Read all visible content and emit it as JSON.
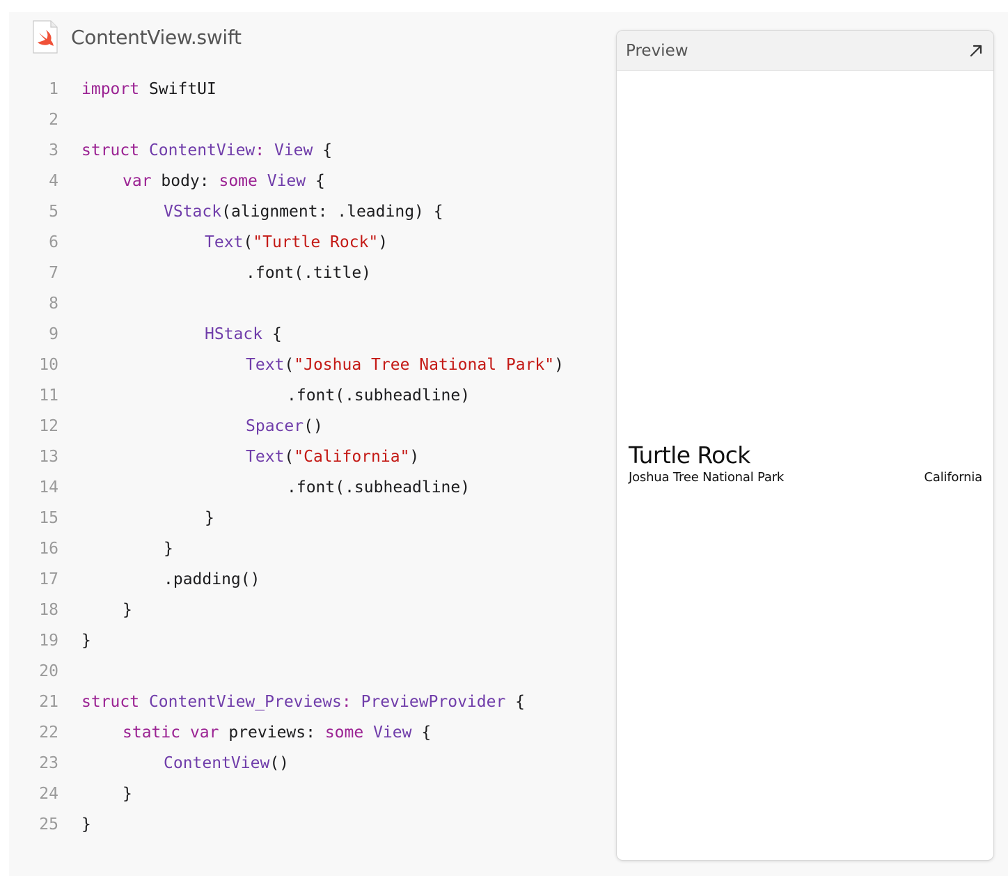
{
  "file": {
    "name": "ContentView.swift",
    "icon": "swift-file-icon"
  },
  "code": {
    "lines": [
      {
        "num": "1",
        "indent": 0,
        "tokens": [
          {
            "t": "import",
            "c": "kw"
          },
          {
            "t": " SwiftUI",
            "c": "pl"
          }
        ]
      },
      {
        "num": "2",
        "indent": 0,
        "tokens": []
      },
      {
        "num": "3",
        "indent": 0,
        "tokens": [
          {
            "t": "struct",
            "c": "kw"
          },
          {
            "t": " ",
            "c": "pl"
          },
          {
            "t": "ContentView",
            "c": "ty"
          },
          {
            "t": ": ",
            "c": "kw"
          },
          {
            "t": "View",
            "c": "ty"
          },
          {
            "t": " {",
            "c": "pl"
          }
        ]
      },
      {
        "num": "4",
        "indent": 4,
        "tokens": [
          {
            "t": "var",
            "c": "kw"
          },
          {
            "t": " body: ",
            "c": "pl"
          },
          {
            "t": "some",
            "c": "kw"
          },
          {
            "t": " ",
            "c": "pl"
          },
          {
            "t": "View",
            "c": "ty"
          },
          {
            "t": " {",
            "c": "pl"
          }
        ]
      },
      {
        "num": "5",
        "indent": 8,
        "tokens": [
          {
            "t": "VStack",
            "c": "ty"
          },
          {
            "t": "(alignment: .leading) {",
            "c": "pl"
          }
        ]
      },
      {
        "num": "6",
        "indent": 12,
        "tokens": [
          {
            "t": "Text",
            "c": "ty"
          },
          {
            "t": "(",
            "c": "pl"
          },
          {
            "t": "\"Turtle Rock\"",
            "c": "str"
          },
          {
            "t": ")",
            "c": "pl"
          }
        ]
      },
      {
        "num": "7",
        "indent": 16,
        "tokens": [
          {
            "t": ".font(.title)",
            "c": "pl"
          }
        ]
      },
      {
        "num": "8",
        "indent": 0,
        "tokens": []
      },
      {
        "num": "9",
        "indent": 12,
        "tokens": [
          {
            "t": "HStack",
            "c": "ty"
          },
          {
            "t": " {",
            "c": "pl"
          }
        ]
      },
      {
        "num": "10",
        "indent": 16,
        "tokens": [
          {
            "t": "Text",
            "c": "ty"
          },
          {
            "t": "(",
            "c": "pl"
          },
          {
            "t": "\"Joshua Tree National Park\"",
            "c": "str"
          },
          {
            "t": ")",
            "c": "pl"
          }
        ]
      },
      {
        "num": "11",
        "indent": 20,
        "tokens": [
          {
            "t": ".font(.subheadline)",
            "c": "pl"
          }
        ]
      },
      {
        "num": "12",
        "indent": 16,
        "tokens": [
          {
            "t": "Spacer",
            "c": "ty"
          },
          {
            "t": "()",
            "c": "pl"
          }
        ]
      },
      {
        "num": "13",
        "indent": 16,
        "tokens": [
          {
            "t": "Text",
            "c": "ty"
          },
          {
            "t": "(",
            "c": "pl"
          },
          {
            "t": "\"California\"",
            "c": "str"
          },
          {
            "t": ")",
            "c": "pl"
          }
        ]
      },
      {
        "num": "14",
        "indent": 20,
        "tokens": [
          {
            "t": ".font(.subheadline)",
            "c": "pl"
          }
        ]
      },
      {
        "num": "15",
        "indent": 12,
        "tokens": [
          {
            "t": "}",
            "c": "pl"
          }
        ]
      },
      {
        "num": "16",
        "indent": 8,
        "tokens": [
          {
            "t": "}",
            "c": "pl"
          }
        ]
      },
      {
        "num": "17",
        "indent": 8,
        "tokens": [
          {
            "t": ".padding()",
            "c": "pl"
          }
        ]
      },
      {
        "num": "18",
        "indent": 4,
        "tokens": [
          {
            "t": "}",
            "c": "pl"
          }
        ]
      },
      {
        "num": "19",
        "indent": 0,
        "tokens": [
          {
            "t": "}",
            "c": "pl"
          }
        ]
      },
      {
        "num": "20",
        "indent": 0,
        "tokens": []
      },
      {
        "num": "21",
        "indent": 0,
        "tokens": [
          {
            "t": "struct",
            "c": "kw"
          },
          {
            "t": " ",
            "c": "pl"
          },
          {
            "t": "ContentView_Previews",
            "c": "ty"
          },
          {
            "t": ": ",
            "c": "kw"
          },
          {
            "t": "PreviewProvider",
            "c": "ty"
          },
          {
            "t": " {",
            "c": "pl"
          }
        ]
      },
      {
        "num": "22",
        "indent": 4,
        "tokens": [
          {
            "t": "static",
            "c": "kw"
          },
          {
            "t": " ",
            "c": "pl"
          },
          {
            "t": "var",
            "c": "kw"
          },
          {
            "t": " previews: ",
            "c": "pl"
          },
          {
            "t": "some",
            "c": "kw"
          },
          {
            "t": " ",
            "c": "pl"
          },
          {
            "t": "View",
            "c": "ty"
          },
          {
            "t": " {",
            "c": "pl"
          }
        ]
      },
      {
        "num": "23",
        "indent": 8,
        "tokens": [
          {
            "t": "ContentView",
            "c": "ty"
          },
          {
            "t": "()",
            "c": "pl"
          }
        ]
      },
      {
        "num": "24",
        "indent": 4,
        "tokens": [
          {
            "t": "}",
            "c": "pl"
          }
        ]
      },
      {
        "num": "25",
        "indent": 0,
        "tokens": [
          {
            "t": "}",
            "c": "pl"
          }
        ]
      }
    ]
  },
  "colors": {
    "keyword": "#9b2393",
    "type": "#703daa",
    "string": "#c41a16",
    "plain": "#1d1d1f",
    "line_number": "#9a9a9a"
  },
  "preview": {
    "title": "Preview",
    "expand_icon": "expand-arrow-icon",
    "content": {
      "title": "Turtle Rock",
      "subtitle_left": "Joshua Tree National Park",
      "subtitle_right": "California"
    }
  }
}
